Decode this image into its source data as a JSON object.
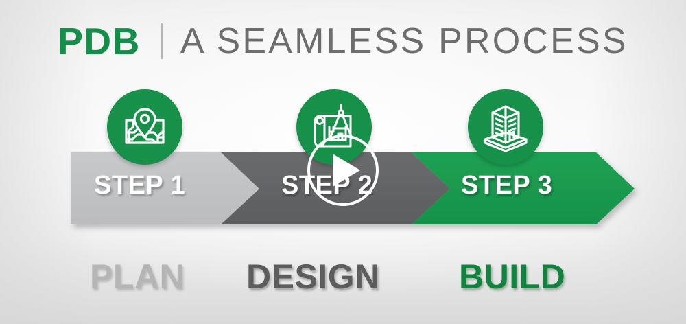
{
  "header": {
    "brand": "PDB",
    "divider": "|",
    "tagline": "A SEAMLESS PROCESS"
  },
  "colors": {
    "green": "#17904a",
    "brand_green": "#12904a",
    "build_green": "#12823f",
    "light_gray": "#c2c3c5",
    "dark_gray": "#636466",
    "tagline_gray": "#6d6d6d",
    "plan_gray": "#b5b5b5",
    "design_gray": "#5d5d5d",
    "white": "#ffffff"
  },
  "steps": [
    {
      "step_label": "STEP 1",
      "word": "PLAN",
      "icon": "map-pin-icon",
      "bar_color": "#c2c3c5",
      "word_color": "#b5b5b5"
    },
    {
      "step_label": "STEP 2",
      "word": "DESIGN",
      "icon": "blueprint-compass-icon",
      "bar_color": "#636466",
      "word_color": "#5d5d5d"
    },
    {
      "step_label": "STEP 3",
      "word": "BUILD",
      "icon": "building-icon",
      "bar_color": "#1a9c4f",
      "word_color": "#12823f"
    }
  ],
  "overlay": {
    "play_button": "play-button",
    "play_glyph": "▶"
  }
}
